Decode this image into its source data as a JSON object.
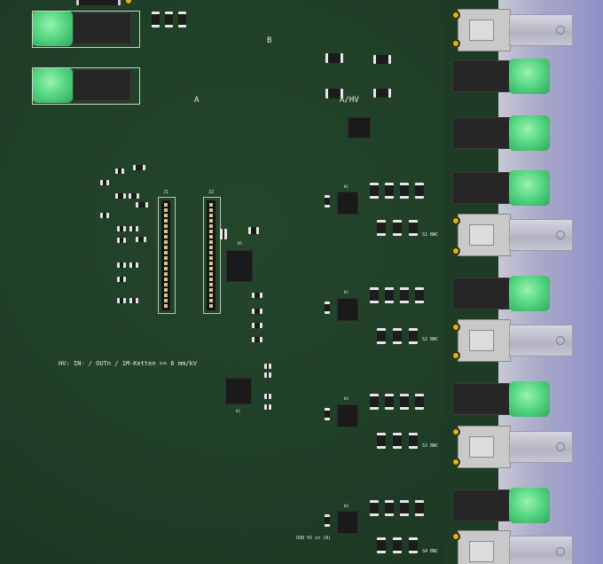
{
  "board_labels": {
    "a": "A",
    "b": "B",
    "ahv": "A/HV",
    "hv_note": "HV: IN- / OUTn / 1M-Ketten >= 6 mm/kV",
    "usb": "USB 5V in (8)"
  },
  "connector_labels": {
    "s1": "S1 BNC",
    "s2": "S2 BNC",
    "s3": "S3 BNC",
    "s4": "S4 BNC"
  },
  "refdes": {
    "j1": "J1",
    "j2": "J2",
    "u5": "U5",
    "u3": "U3",
    "k1": "K1",
    "k2": "K2",
    "k3": "K3",
    "k4": "K4"
  },
  "colors": {
    "pcb": "#1f3d26",
    "silkscreen": "#e8efe6",
    "led_green": "#58d884",
    "pad_gold": "#d9b61b"
  }
}
